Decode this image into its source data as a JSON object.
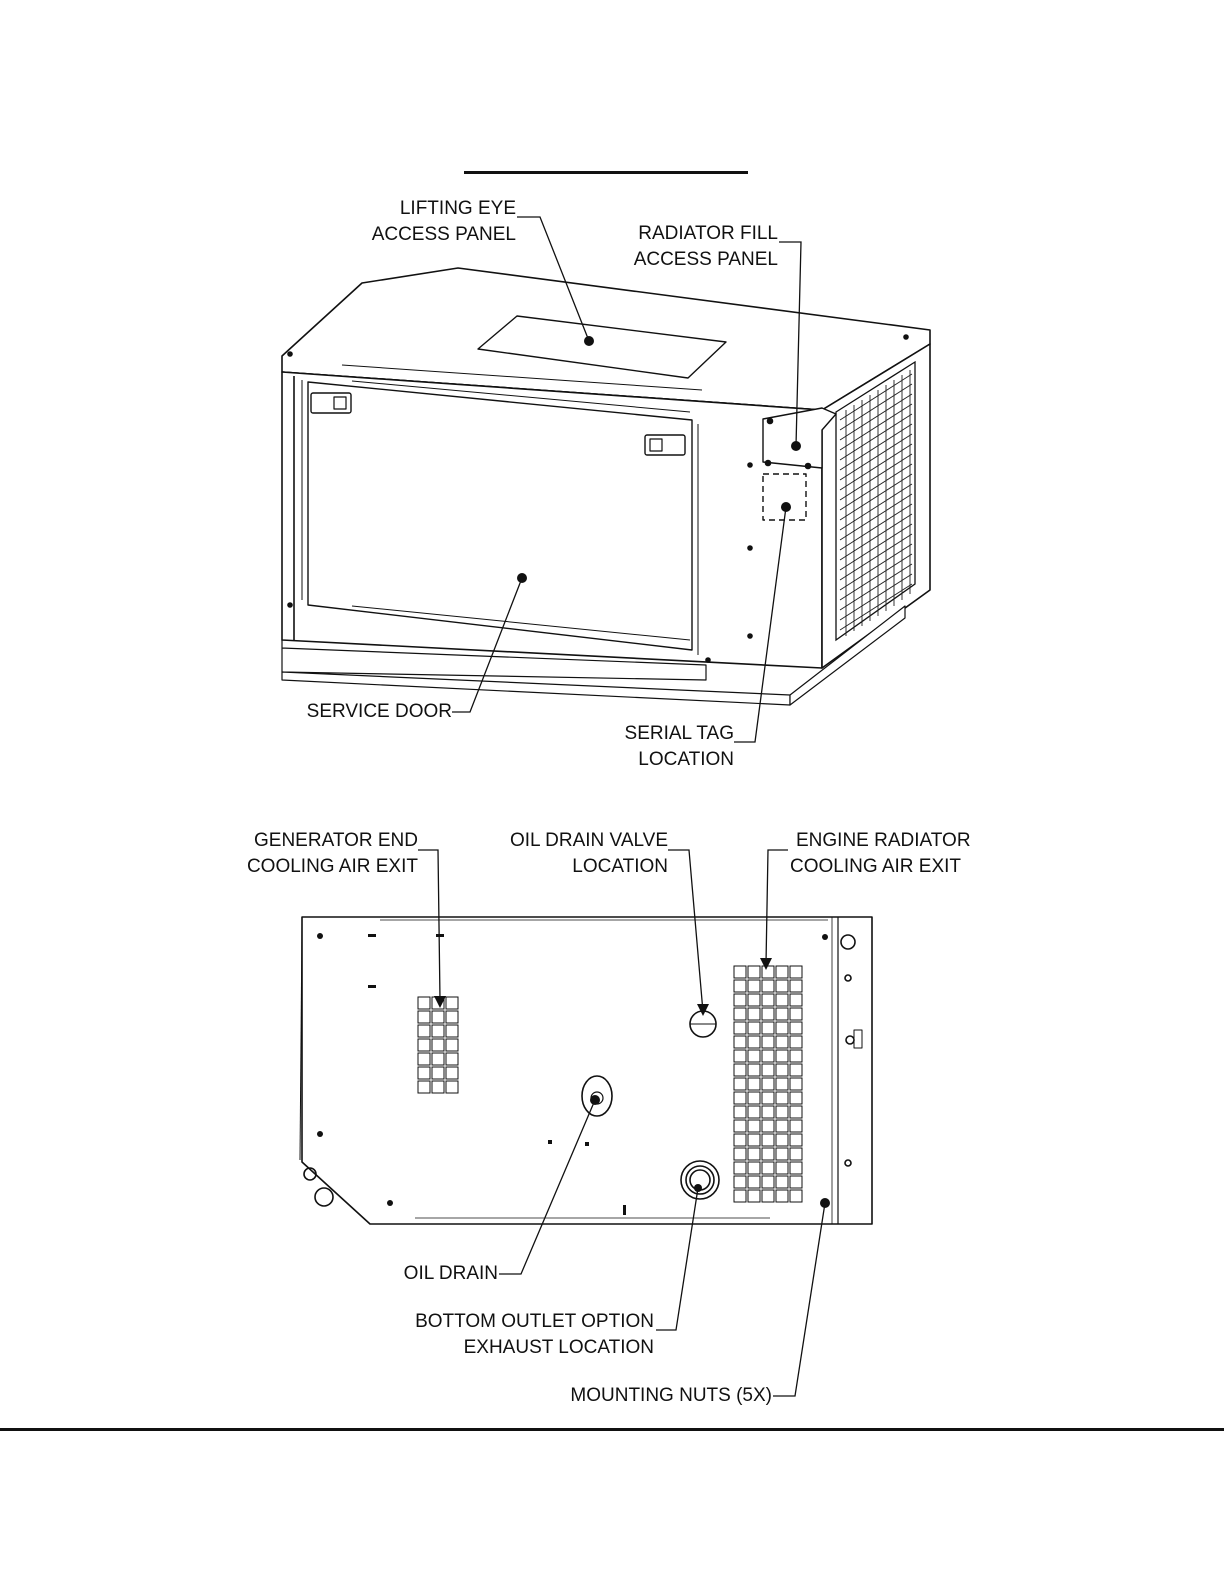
{
  "top_view": {
    "lifting_eye": [
      "LIFTING EYE",
      "ACCESS PANEL"
    ],
    "radiator_fill": [
      "RADIATOR FILL",
      "ACCESS PANEL"
    ],
    "service_door": "SERVICE DOOR",
    "serial_tag": [
      "SERIAL TAG",
      "LOCATION"
    ]
  },
  "bottom_view": {
    "generator_end": [
      "GENERATOR END",
      "COOLING AIR EXIT"
    ],
    "oil_drain_valve": [
      "OIL DRAIN VALVE",
      "LOCATION"
    ],
    "engine_radiator": [
      "ENGINE RADIATOR",
      "COOLING AIR EXIT"
    ],
    "oil_drain": "OIL DRAIN",
    "bottom_outlet": [
      "BOTTOM OUTLET OPTION",
      "EXHAUST LOCATION"
    ],
    "mounting_nuts": "MOUNTING NUTS (5X)"
  }
}
